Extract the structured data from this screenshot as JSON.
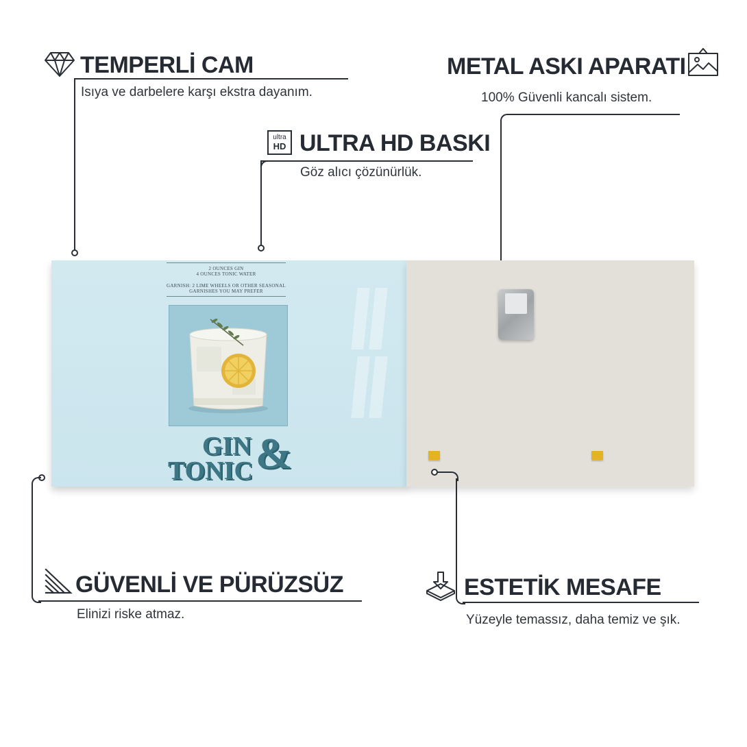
{
  "features": {
    "tempered": {
      "title": "TEMPERLİ CAM",
      "desc": "Isıya ve darbelere karşı ekstra dayanım.",
      "icon": "diamond-icon"
    },
    "uhd": {
      "title": "ULTRA HD BASKI",
      "desc": "Göz alıcı çözünürlük.",
      "icon": "ultra-hd-icon",
      "badge_top": "ultra",
      "badge_bottom": "HD"
    },
    "hanger": {
      "title": "METAL ASKI APARATI",
      "desc": "100% Güvenli kancalı sistem.",
      "icon": "picture-frame-icon"
    },
    "safe": {
      "title": "GÜVENLİ VE PÜRÜZSÜZ",
      "desc": "Elinizi riske atmaz.",
      "icon": "diagonal-lines-icon"
    },
    "spacing": {
      "title": "ESTETİK MESAFE",
      "desc": "Yüzeyle temassız, daha temiz ve şık.",
      "icon": "layers-arrow-icon"
    }
  },
  "poster": {
    "line1": "2 OUNCES GIN",
    "line2": "4 OUNCES TONIC WATER",
    "line3": "GARNISH: 2 LIME WHEELS OR OTHER SEASONAL",
    "line4": "GARNISHES YOU MAY PREFER",
    "word1": "GIN",
    "amp": "&",
    "word2": "TONIC"
  },
  "colors": {
    "text": "#262b33",
    "poster_bg": "#cbe5ee",
    "poster_frame": "#9ecad8",
    "poster_title": "#3d7786",
    "back_panel": "#e3e0da",
    "pad": "#e6b220"
  }
}
